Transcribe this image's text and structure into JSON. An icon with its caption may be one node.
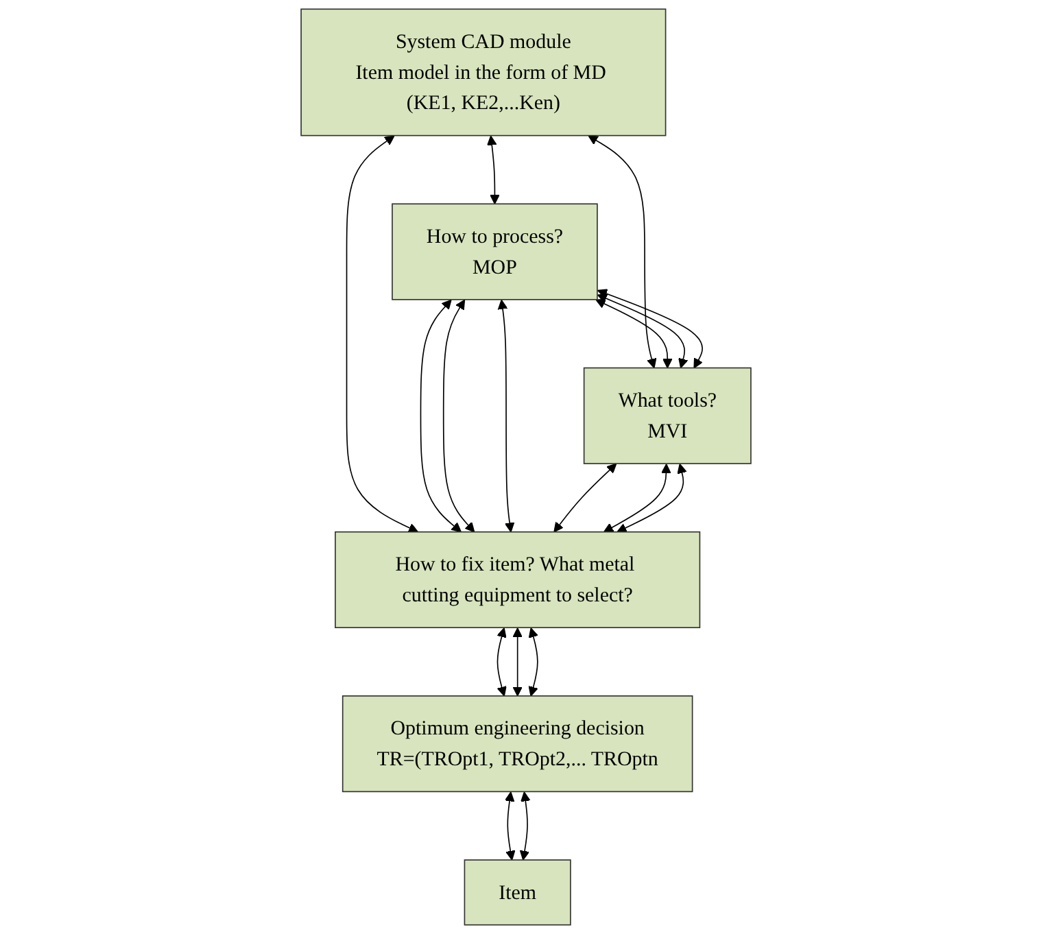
{
  "diagram": {
    "nodes": [
      {
        "text": [
          "System CAD module",
          "Item model in the form of MD (KE1, KE2,...Ken)"
        ]
      },
      {
        "text": [
          "How to process?",
          "MOP"
        ]
      },
      {
        "text": [
          "What tools?",
          "MVI"
        ]
      },
      {
        "text": [
          "How to fix item? What metal cutting equipment to select?"
        ]
      },
      {
        "text": [
          "Optimum engineering decision",
          "TR=(TROpt1, TROpt2,... TROptn"
        ]
      },
      {
        "text": [
          "Item"
        ]
      }
    ],
    "edges": [
      {
        "from": 0,
        "to": 1,
        "arrow": "both"
      },
      {
        "from": 0,
        "to": 3,
        "arrow": "both"
      },
      {
        "from": 0,
        "to": 2,
        "arrow": "both"
      },
      {
        "from": 1,
        "to": 2,
        "arrow": "both"
      },
      {
        "from": 1,
        "to": 2,
        "arrow": "both"
      },
      {
        "from": 1,
        "to": 2,
        "arrow": "both"
      },
      {
        "from": 1,
        "to": 3,
        "arrow": "both"
      },
      {
        "from": 1,
        "to": 3,
        "arrow": "both"
      },
      {
        "from": 1,
        "to": 3,
        "arrow": "both"
      },
      {
        "from": 2,
        "to": 3,
        "arrow": "both"
      },
      {
        "from": 2,
        "to": 3,
        "arrow": "both"
      },
      {
        "from": 2,
        "to": 3,
        "arrow": "both"
      },
      {
        "from": 3,
        "to": 4,
        "arrow": "both"
      },
      {
        "from": 3,
        "to": 4,
        "arrow": "both"
      },
      {
        "from": 3,
        "to": 4,
        "arrow": "both"
      },
      {
        "from": 4,
        "to": 5,
        "arrow": "both"
      },
      {
        "from": 4,
        "to": 5,
        "arrow": "both"
      }
    ]
  }
}
